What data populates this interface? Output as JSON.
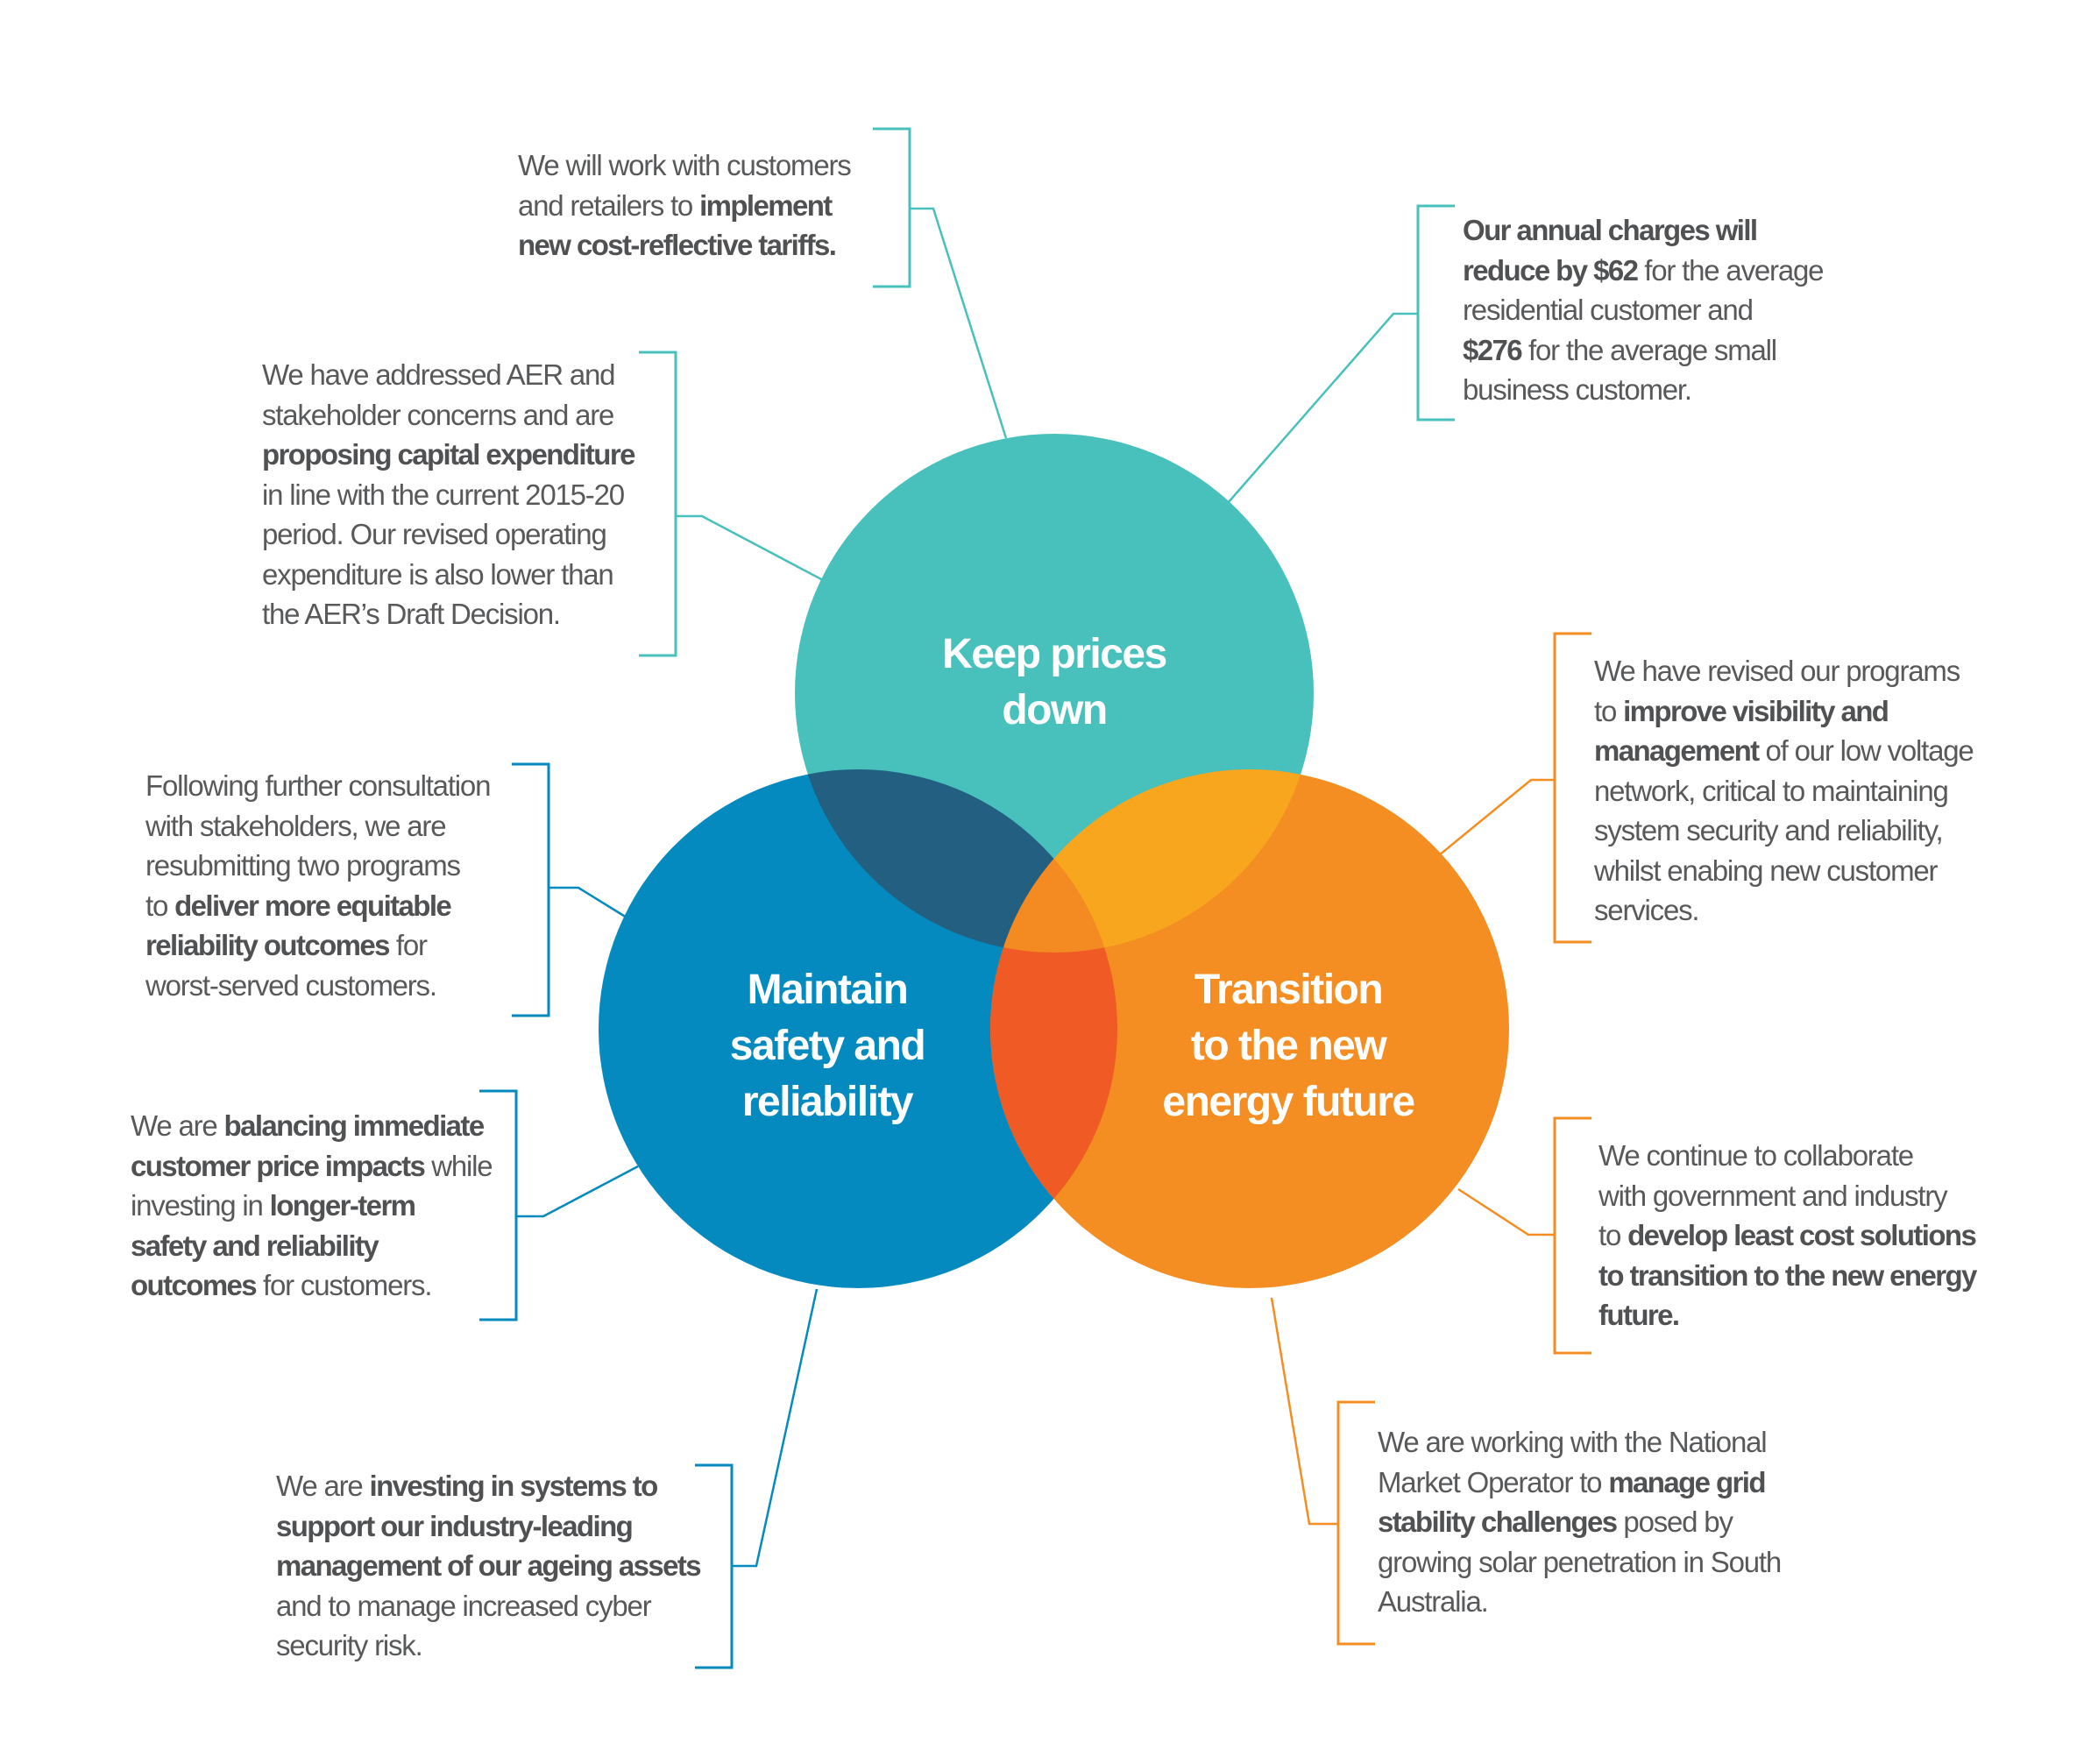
{
  "colors": {
    "teal": "#48c0bc",
    "blue": "#058ac0",
    "orange": "#f48d22",
    "teal_blue_overlap": "#235f80",
    "teal_orange_overlap": "#f7a61e",
    "blue_orange_overlap": "#ef5a25",
    "center_overlap": "#f38b22",
    "text": "#58595b"
  },
  "circles": [
    {
      "id": "keep-prices-down",
      "color_key": "teal",
      "label_lines": [
        "Keep prices",
        "down"
      ]
    },
    {
      "id": "maintain-safety",
      "color_key": "blue",
      "label_lines": [
        "Maintain",
        "safety and",
        "reliability"
      ]
    },
    {
      "id": "transition",
      "color_key": "orange",
      "label_lines": [
        "Transition",
        "to the new",
        "energy future"
      ]
    }
  ],
  "callouts": [
    {
      "id": "tariffs",
      "circle": "keep-prices-down",
      "lines": [
        [
          {
            "t": "We will work with customers"
          }
        ],
        [
          {
            "t": "and retailers to "
          },
          {
            "t": "implement",
            "b": true
          }
        ],
        [
          {
            "t": "new cost-reflective tariffs.",
            "b": true
          }
        ]
      ]
    },
    {
      "id": "capex",
      "circle": "keep-prices-down",
      "lines": [
        [
          {
            "t": "We have addressed AER and"
          }
        ],
        [
          {
            "t": "stakeholder concerns and are"
          }
        ],
        [
          {
            "t": "proposing capital expenditure",
            "b": true
          }
        ],
        [
          {
            "t": "in line with the current 2015-20"
          }
        ],
        [
          {
            "t": "period. Our revised operating"
          }
        ],
        [
          {
            "t": "expenditure is also lower than"
          }
        ],
        [
          {
            "t": "the AER’s Draft Decision."
          }
        ]
      ]
    },
    {
      "id": "annual-charges",
      "circle": "keep-prices-down",
      "lines": [
        [
          {
            "t": "Our annual charges will",
            "b": true
          }
        ],
        [
          {
            "t": "reduce by $62",
            "b": true
          },
          {
            "t": " for the average"
          }
        ],
        [
          {
            "t": "residential customer and"
          }
        ],
        [
          {
            "t": "$276",
            "b": true
          },
          {
            "t": " for the average small"
          }
        ],
        [
          {
            "t": "business customer."
          }
        ]
      ]
    },
    {
      "id": "reliability-programs",
      "circle": "maintain-safety",
      "lines": [
        [
          {
            "t": "Following further consultation"
          }
        ],
        [
          {
            "t": "with stakeholders, we are"
          }
        ],
        [
          {
            "t": "resubmitting two programs"
          }
        ],
        [
          {
            "t": "to "
          },
          {
            "t": "deliver more equitable",
            "b": true
          }
        ],
        [
          {
            "t": "reliability outcomes",
            "b": true
          },
          {
            "t": " for"
          }
        ],
        [
          {
            "t": "worst-served customers."
          }
        ]
      ]
    },
    {
      "id": "balancing",
      "circle": "maintain-safety",
      "lines": [
        [
          {
            "t": "We are "
          },
          {
            "t": "balancing immediate",
            "b": true
          }
        ],
        [
          {
            "t": "customer price impacts",
            "b": true
          },
          {
            "t": " while"
          }
        ],
        [
          {
            "t": "investing in "
          },
          {
            "t": "longer-term",
            "b": true
          }
        ],
        [
          {
            "t": "safety and reliability",
            "b": true
          }
        ],
        [
          {
            "t": "outcomes",
            "b": true
          },
          {
            "t": " for customers."
          }
        ]
      ]
    },
    {
      "id": "systems",
      "circle": "maintain-safety",
      "lines": [
        [
          {
            "t": "We are "
          },
          {
            "t": "investing in systems to",
            "b": true
          }
        ],
        [
          {
            "t": "support our industry-leading",
            "b": true
          }
        ],
        [
          {
            "t": "management of our ageing assets",
            "b": true
          }
        ],
        [
          {
            "t": "and to manage increased cyber"
          }
        ],
        [
          {
            "t": "security risk."
          }
        ]
      ]
    },
    {
      "id": "low-voltage",
      "circle": "transition",
      "lines": [
        [
          {
            "t": "We have revised our programs"
          }
        ],
        [
          {
            "t": "to "
          },
          {
            "t": "improve visibility and",
            "b": true
          }
        ],
        [
          {
            "t": "management",
            "b": true
          },
          {
            "t": " of our low voltage"
          }
        ],
        [
          {
            "t": "network, critical to maintaining"
          }
        ],
        [
          {
            "t": "system security and reliability,"
          }
        ],
        [
          {
            "t": "whilst enabing new customer"
          }
        ],
        [
          {
            "t": "services."
          }
        ]
      ]
    },
    {
      "id": "collaborate",
      "circle": "transition",
      "lines": [
        [
          {
            "t": "We continue to collaborate"
          }
        ],
        [
          {
            "t": "with government and industry"
          }
        ],
        [
          {
            "t": "to "
          },
          {
            "t": "develop least cost solutions",
            "b": true
          }
        ],
        [
          {
            "t": "to transition to the new energy",
            "b": true
          }
        ],
        [
          {
            "t": "future.",
            "b": true
          }
        ]
      ]
    },
    {
      "id": "grid-stability",
      "circle": "transition",
      "lines": [
        [
          {
            "t": "We are working with the National"
          }
        ],
        [
          {
            "t": "Market Operator to "
          },
          {
            "t": "manage grid",
            "b": true
          }
        ],
        [
          {
            "t": "stability challenges",
            "b": true
          },
          {
            "t": " posed by"
          }
        ],
        [
          {
            "t": "growing solar penetration in South"
          }
        ],
        [
          {
            "t": "Australia."
          }
        ]
      ]
    }
  ]
}
